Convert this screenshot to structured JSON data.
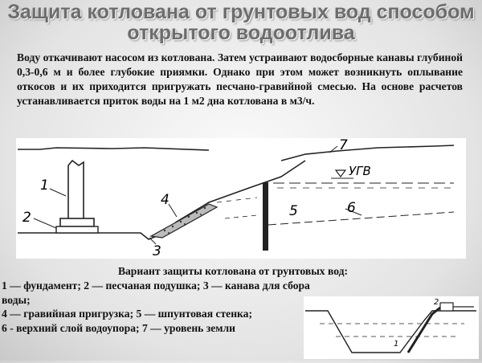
{
  "title": {
    "line1": "Защита котлована от грунтовых вод способом",
    "line2": "открытого водоотлива"
  },
  "paragraph": "Воду откачивают насосом из котлована. Затем устраивают водосборные канавы глубиной 0,3-0,6 м и более глубокие приямки. Однако при этом может возникнуть оплывание откосов и их приходится пригружать песчано-гравийной смесью. На основе расчетов устанавливается приток воды на 1 м2 дна котлована в м3/ч.",
  "figure": {
    "labels": {
      "l1": "1",
      "l2": "2",
      "l3": "3",
      "l4": "4",
      "l5": "5",
      "l6": "6",
      "l7": "7",
      "ugv": "УГВ"
    }
  },
  "caption": {
    "title": "Вариант защиты котлована от грунтовых вод:",
    "lines": [
      "1 — фундамент; 2 — песчаная подушка; 3 — канава для сбора",
      "воды;",
      "4 — гравийная пригрузка; 5 — шпунтовая стенка;",
      "6 - верхний слой водоупора; 7 — уровень земли"
    ]
  },
  "small_figure": {
    "labels": {
      "l1": "1",
      "l2": "2"
    }
  }
}
